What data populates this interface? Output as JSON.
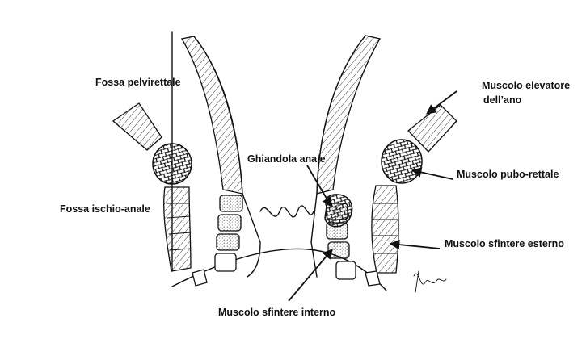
{
  "labels": {
    "fossa_pelvirettale": "Fossa pelvirettale",
    "muscolo_elevatore_1": "Muscolo elevatore",
    "muscolo_elevatore_2": "dell’ano",
    "ghiandola_anale": "Ghiandola anale",
    "muscolo_pubo_rettale": "Muscolo pubo-rettale",
    "fossa_ischio_anale": "Fossa ischio-anale",
    "muscolo_sfintere_esterno": "Muscolo sfintere esterno",
    "muscolo_sfintere_interno": "Muscolo sfintere interno"
  },
  "colors": {
    "ink": "#111111",
    "background": "#ffffff"
  }
}
